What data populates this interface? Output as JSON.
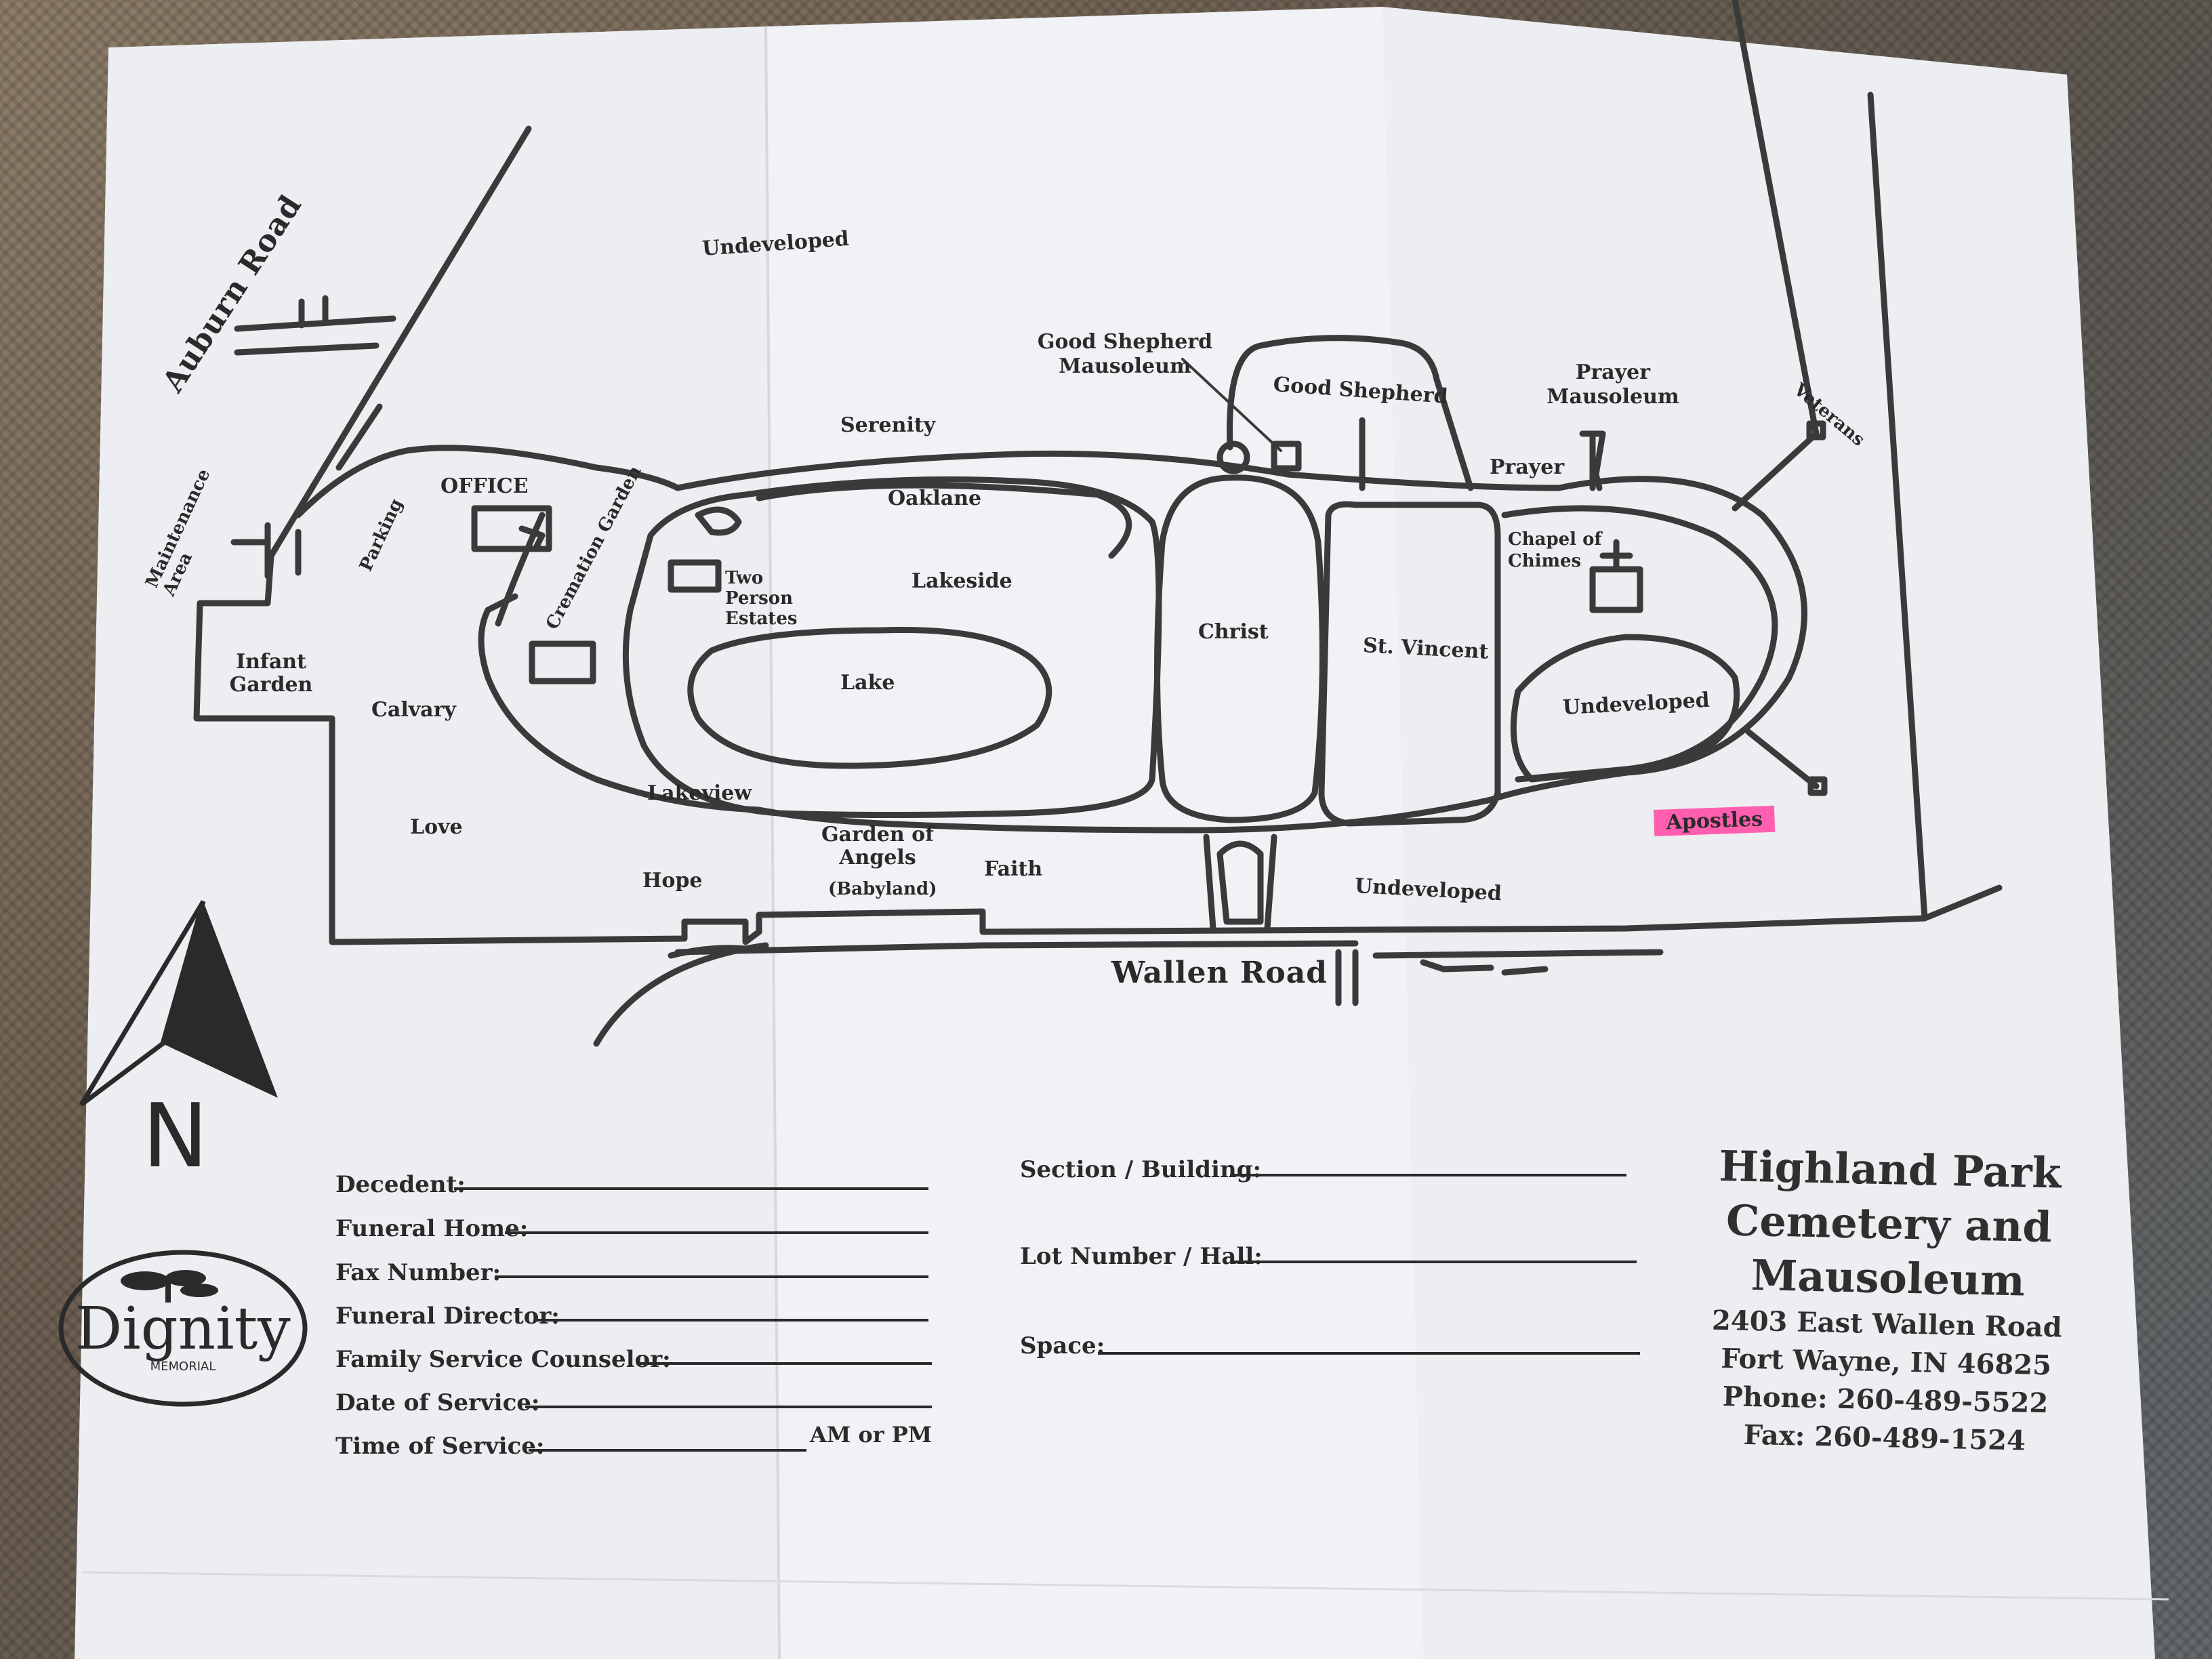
{
  "map": {
    "roads": {
      "auburn": "Auburn Road",
      "wallen": "Wallen Road"
    },
    "areas": {
      "undeveloped_north": "Undeveloped",
      "maintenance": "Maintenance Area",
      "parking": "Parking",
      "office": "OFFICE",
      "cremation": "Cremation Garden",
      "serenity": "Serenity",
      "oaklane": "Oaklane",
      "two_person": "Two Person Estates",
      "lakeside": "Lakeside",
      "lake": "Lake",
      "lakeview": "Lakeview",
      "infant": "Infant Garden",
      "calvary": "Calvary",
      "love": "Love",
      "hope": "Hope",
      "garden_angels": "Garden of Angels",
      "babyland": "(Babyland)",
      "faith": "Faith",
      "good_shepherd_mausoleum": "Good Shepherd Mausoleum",
      "good_shepherd": "Good Shepherd",
      "christ": "Christ",
      "st_vincent": "St. Vincent",
      "prayer": "Prayer",
      "prayer_mausoleum": "Prayer Mausoleum",
      "chapel": "Chapel of Chimes",
      "undeveloped_east": "Undeveloped",
      "undeveloped_south": "Undeveloped",
      "veterans": "Veterans",
      "apostles": "Apostles"
    },
    "north_label": "N",
    "highlight_color": "#ff5fae"
  },
  "form": {
    "decedent": "Decedent:",
    "funeral_home": "Funeral Home:",
    "fax_number": "Fax Number:",
    "funeral_director": "Funeral Director:",
    "family_counselor": "Family Service Counselor:",
    "date_of_service": "Date of Service:",
    "time_of_service": "Time of Service:",
    "am_pm": "AM or PM",
    "section": "Section / Building:",
    "lot": "Lot Number / Hall:",
    "space": "Space:"
  },
  "branding": {
    "logo_text": "Dignity",
    "logo_sub": "MEMORIAL",
    "logo_icon": "tree-icon"
  },
  "cemetery": {
    "name_line1": "Highland Park",
    "name_line2": "Cemetery and",
    "name_line3": "Mausoleum",
    "address1": "2403 East Wallen Road",
    "address2": "Fort Wayne, IN 46825",
    "phone": "Phone: 260-489-5522",
    "fax": "Fax: 260-489-1524"
  }
}
